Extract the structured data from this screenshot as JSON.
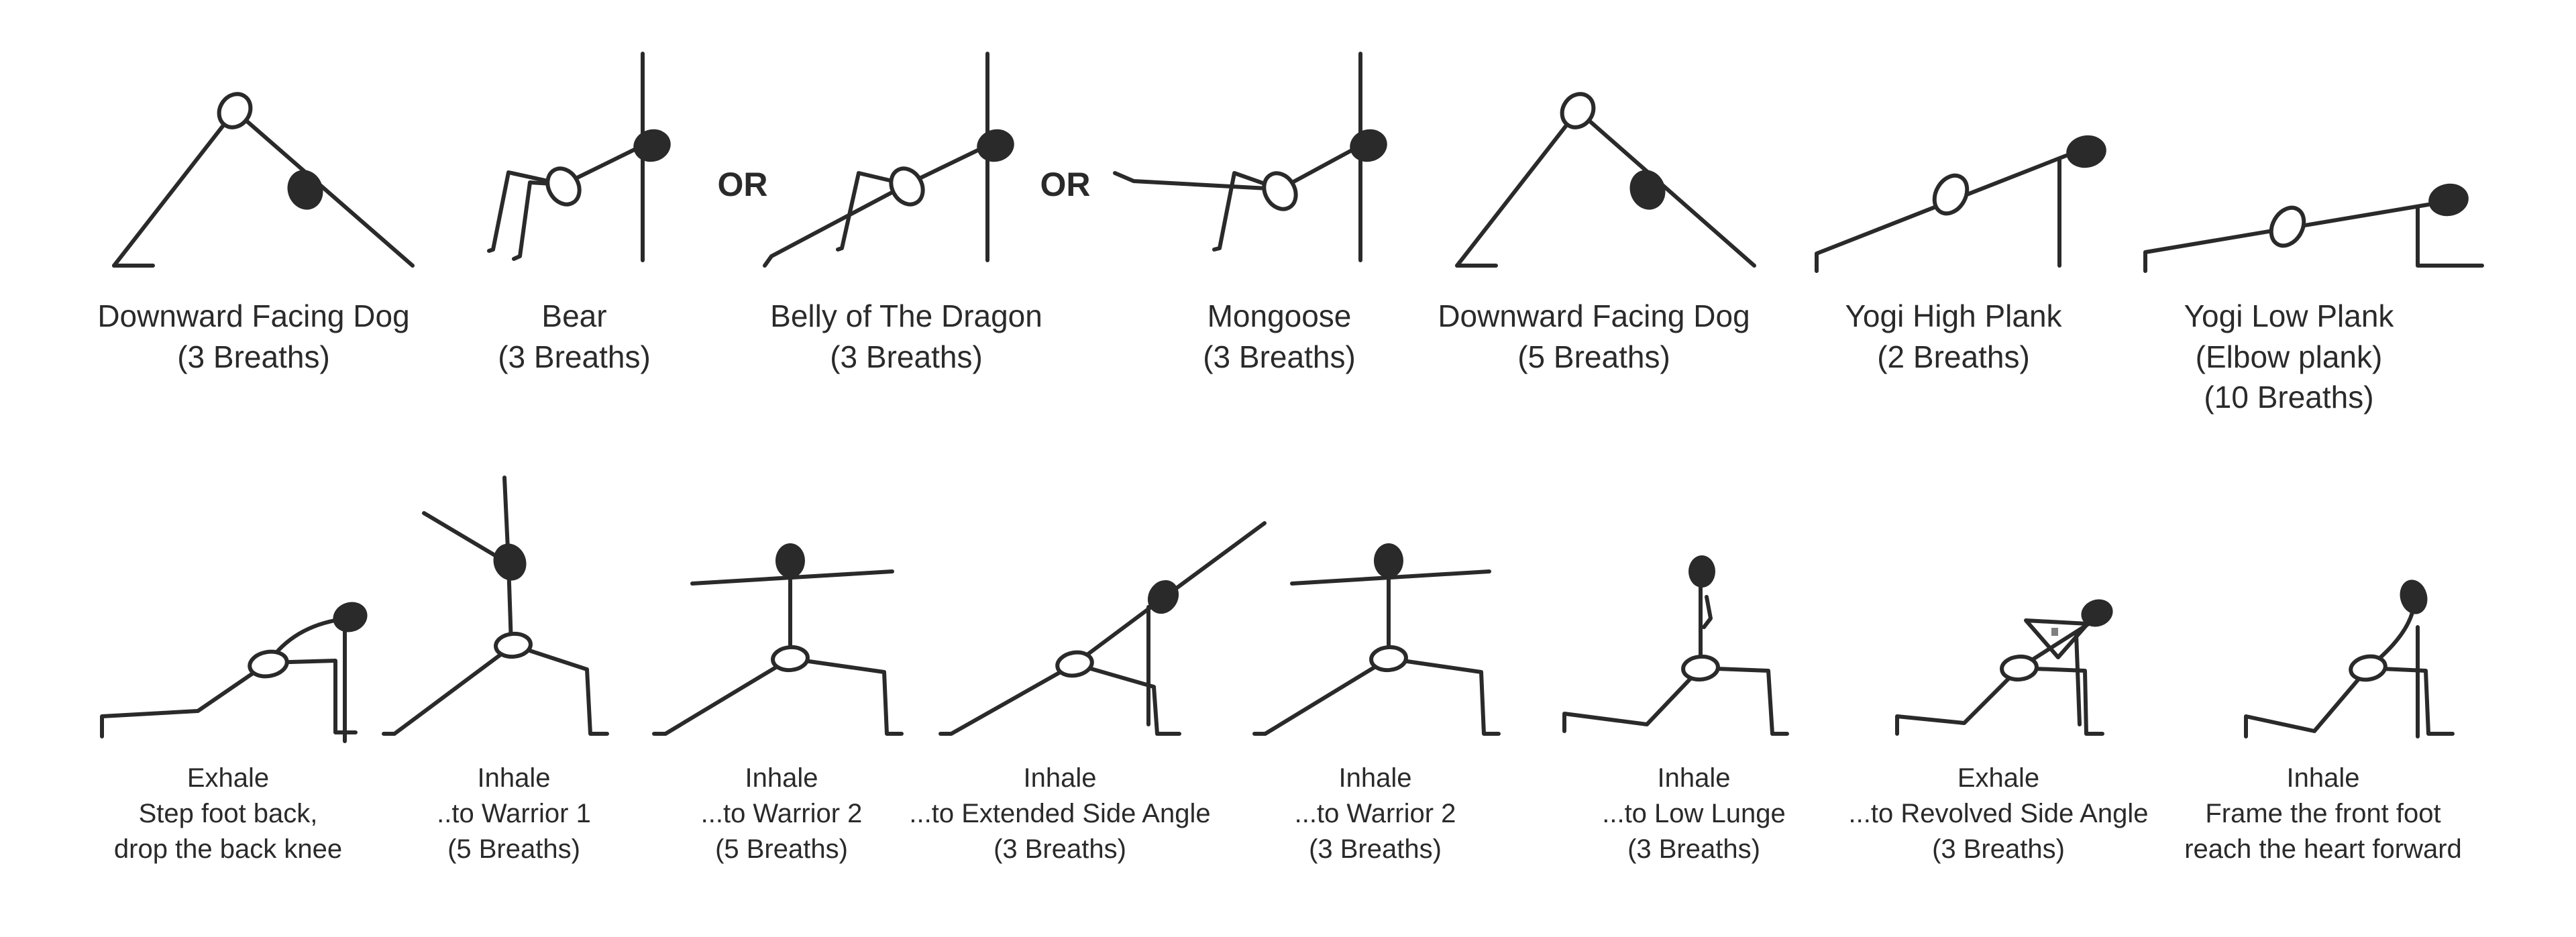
{
  "row1": [
    {
      "lines": [
        "Downward Facing Dog",
        "(3 Breaths)"
      ]
    },
    {
      "lines": [
        "Bear",
        "(3 Breaths)"
      ]
    },
    {
      "lines": [
        "Belly of The Dragon",
        "(3 Breaths)"
      ]
    },
    {
      "lines": [
        "Mongoose",
        "(3 Breaths)"
      ]
    },
    {
      "lines": [
        "Downward Facing Dog",
        "(5 Breaths)"
      ]
    },
    {
      "lines": [
        "Yogi High Plank",
        "(2 Breaths)"
      ]
    },
    {
      "lines": [
        "Yogi Low Plank",
        "(Elbow plank)",
        "(10 Breaths)"
      ]
    }
  ],
  "or_labels": [
    "OR",
    "OR"
  ],
  "row2": [
    {
      "lines": [
        "Exhale",
        "Step foot back,",
        "drop the back knee"
      ]
    },
    {
      "lines": [
        "Inhale",
        "..to Warrior 1",
        "(5 Breaths)"
      ]
    },
    {
      "lines": [
        "Inhale",
        "...to Warrior 2",
        "(5 Breaths)"
      ]
    },
    {
      "lines": [
        "Inhale",
        "...to Extended Side Angle",
        "(3 Breaths)"
      ]
    },
    {
      "lines": [
        "Inhale",
        "...to Warrior 2",
        "(3 Breaths)"
      ]
    },
    {
      "lines": [
        "Inhale",
        "...to Low Lunge",
        "(3 Breaths)"
      ]
    },
    {
      "lines": [
        "Exhale",
        "...to Revolved Side Angle",
        "(3 Breaths)"
      ]
    },
    {
      "lines": [
        "Inhale",
        "Frame the front foot",
        "reach the heart forward"
      ]
    }
  ],
  "colors": {
    "ink": "#2a2a2a",
    "background": "#ffffff"
  }
}
